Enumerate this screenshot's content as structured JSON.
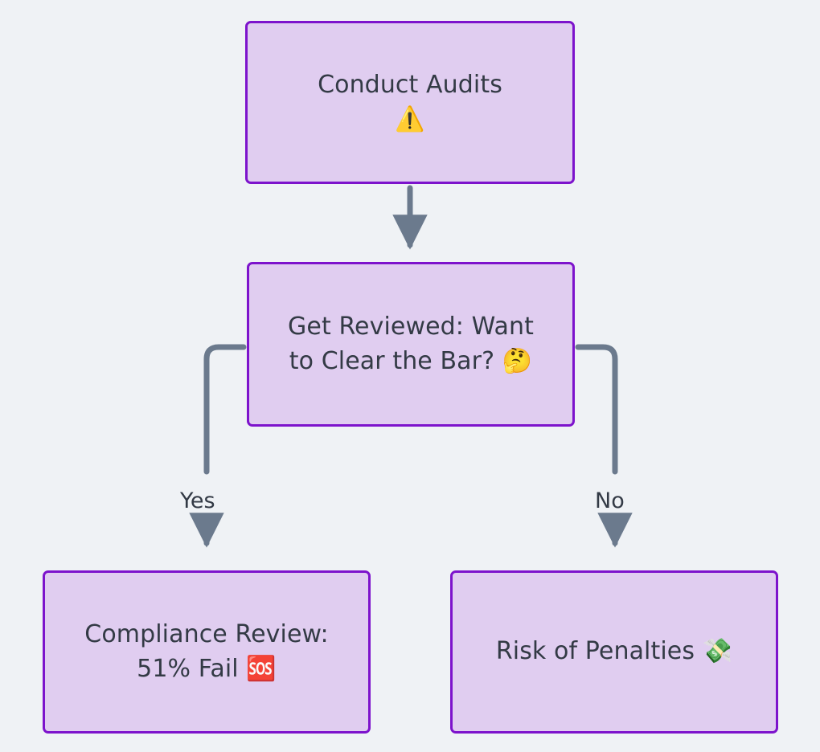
{
  "diagram": {
    "type": "flowchart",
    "direction": "top-down",
    "background_color": "#eff2f5",
    "node_fill_color": "#e0cdf0",
    "node_border_color": "#7d13cc",
    "node_text_color": "#333a45",
    "edge_color": "#6b7a8d",
    "nodes": [
      {
        "id": "start",
        "name": "conduct-audits",
        "label": "Conduct Audits\n⚠️",
        "text": "Conduct Audits",
        "emoji": "⚠️",
        "emoji_name": "warning-icon",
        "shape": "rectangle"
      },
      {
        "id": "decision",
        "name": "get-reviewed-decision",
        "label": "Get Reviewed: Want\nto Clear the Bar? 🤔",
        "text": "Get Reviewed: Want to Clear the Bar?",
        "emoji": "🤔",
        "emoji_name": "thinking-face-icon",
        "shape": "rectangle"
      },
      {
        "id": "yes_outcome",
        "name": "compliance-review",
        "label": "Compliance Review:\n51% Fail 🆘",
        "text": "Compliance Review: 51% Fail",
        "emoji": "🆘",
        "emoji_name": "sos-icon",
        "value": "51%",
        "shape": "rectangle"
      },
      {
        "id": "no_outcome",
        "name": "risk-of-penalties",
        "label": "Risk of Penalties 💸",
        "text": "Risk of Penalties",
        "emoji": "💸",
        "emoji_name": "money-with-wings-icon",
        "shape": "rectangle"
      }
    ],
    "edges": [
      {
        "from": "start",
        "to": "decision",
        "label": ""
      },
      {
        "from": "decision",
        "to": "yes_outcome",
        "label": "Yes"
      },
      {
        "from": "decision",
        "to": "no_outcome",
        "label": "No"
      }
    ]
  }
}
